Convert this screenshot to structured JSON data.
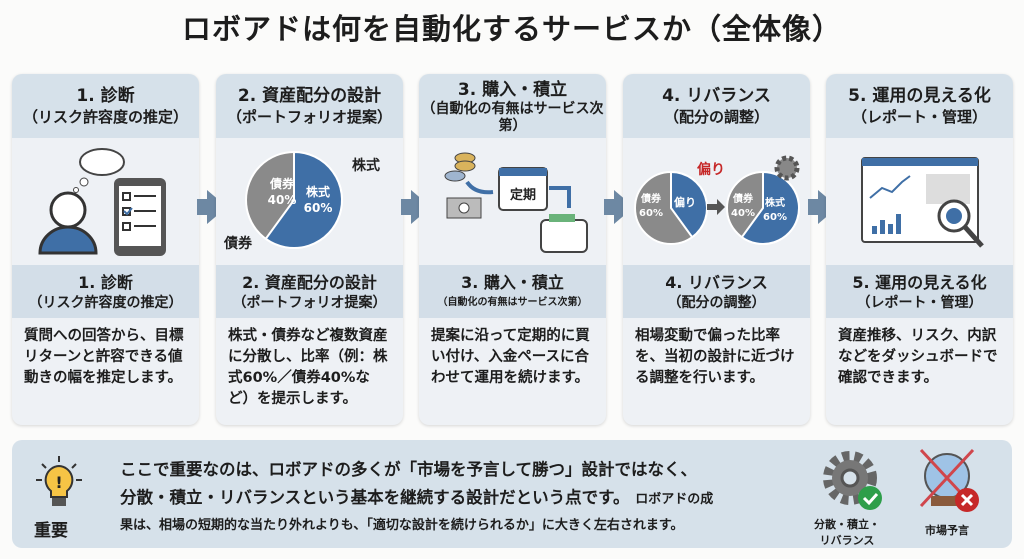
{
  "title": "ロボアドは何を自動化するサービスか（全体像）",
  "steps": [
    {
      "title": "1. 診断",
      "sub": "（リスク許容度の推定）",
      "sub2": "（リスク許容度の推定）",
      "body": "質問への回答から、目標リターンと許容できる値動きの幅を推定します。",
      "icon": "person-tablet-icon"
    },
    {
      "title": "2. 資産配分の設計",
      "sub": "（ポートフォリオ提案）",
      "sub2": "（ポートフォリオ提案）",
      "body": "株式・債券など複数資産に分散し、比率（例：株式60%／債券40%など）を提示します。",
      "icon": "pie-chart-icon"
    },
    {
      "title": "3. 購入・積立",
      "sub": "（自動化の有無はサービス次第）",
      "sub2": "（自動化の有無はサービス次第）",
      "body": "提案に沿って定期的に買い付け、入金ペースに合わせて運用を続けます。",
      "icon": "coins-calendar-wallet-icon"
    },
    {
      "title": "4. リバランス",
      "sub": "（配分の調整）",
      "sub2": "（配分の調整）",
      "body": "相場変動で偏った比率を、当初の設計に近づける調整を行います。",
      "icon": "rebalance-icon"
    },
    {
      "title": "5. 運用の見える化",
      "sub": "（レポート・管理）",
      "sub2": "（レポート・管理）",
      "body": "資産推移、リスク、内訳などをダッシュボードで確認できます。",
      "icon": "dashboard-icon"
    }
  ],
  "allocation": {
    "stock_label": "株式",
    "bond_label": "債券",
    "stock_pct": 60,
    "bond_pct": 40,
    "stock_text": "60%",
    "bond_text": "40%"
  },
  "rebalance": {
    "skew_label": "偏り",
    "before_bond_text": "60%",
    "before_bond_pct": 60,
    "after_bond_text": "40%",
    "after_stock_text": "60%",
    "after_stock_pct": 60
  },
  "purchase": {
    "calendar_label": "定期"
  },
  "bottom": {
    "badge": "重要",
    "line1": "ここで重要なのは、ロボアドの多くが「市場を予言して勝つ」設計ではなく、",
    "line2": "分散・積立・リバランスという基本を継続する設計だという点です。",
    "line2b": "ロボアドの成",
    "line3": "果は、相場の短期的な当たり外れよりも、「適切な設計を続けられるか」に大きく左右されます。",
    "good_label": "分散・積立・リバランス",
    "bad_label": "市場予言"
  },
  "colors": {
    "blue": "#3f6fa6",
    "gray": "#8a8a8a",
    "header": "#d6e1ea",
    "arrow": "#6d88a3",
    "red": "#c62828",
    "green": "#2e9e4a"
  }
}
